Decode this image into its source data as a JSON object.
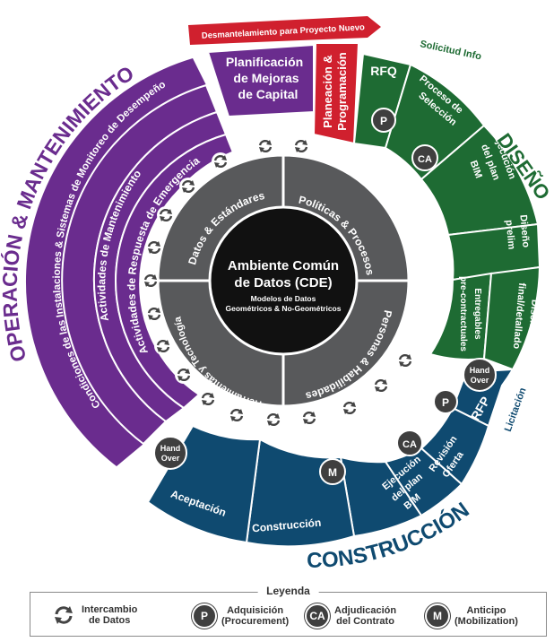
{
  "center": {
    "title_line1": "Ambiente Común",
    "title_line2": "de Datos (CDE)",
    "subtitle_line1": "Modelos de Datos",
    "subtitle_line2": "Geométricos & No-Geométricos"
  },
  "inner_ring": {
    "quadrants": [
      "Políticas & Procesos",
      "Personas & Habilidades",
      "Herramientas y Tecnología",
      "Datos & Estándares"
    ]
  },
  "phases": {
    "operation": "OPERACIÓN & MANTENIMIENTO",
    "design": "DISEÑO",
    "construction": "CONSTRUCCIÓN"
  },
  "top_banner": "Desmantelamiento para Proyecto Nuevo",
  "operation_arcs": {
    "outer": "Condiciones de las Instalaciones & Sistemas de Monitoreo de Desempeño",
    "mid": "Actividades de Mantenimiento",
    "inner": "Actividades de Respuesta de Emergencia"
  },
  "planificacion": {
    "line1": "Planificación",
    "line2": "de Mejoras",
    "line3": "de Capital"
  },
  "planeacion": {
    "line1": "Planeación &",
    "line2": "Programación"
  },
  "design_segments": {
    "solicitud": "Solicitud Info",
    "rfq": "RFQ",
    "proceso": [
      "Proceso de",
      "Selección"
    ],
    "ejecucion": [
      "Ejecución",
      "del plan",
      "BIM"
    ],
    "diseno_prelim": [
      "Diseño",
      "prelim"
    ],
    "entregables": [
      "Entregables",
      "pre-contractuales"
    ],
    "diseno_final": [
      "Diseño",
      "final/detallado"
    ]
  },
  "construction_segments": {
    "licitacion": "Licitación",
    "rfp": "RFP",
    "revision": [
      "Revisión",
      "Oferta"
    ],
    "ejecucion": [
      "Ejecución",
      "del plan",
      "BIM"
    ],
    "construccion": "Construcción",
    "aceptacion": "Aceptación"
  },
  "badges": {
    "p": "P",
    "ca": "CA",
    "m": "M",
    "handover_line1": "Hand",
    "handover_line2": "Over"
  },
  "legend": {
    "title": "Leyenda",
    "items": [
      {
        "symbol": "exchange-icon",
        "label": "Intercambio\nde Datos"
      },
      {
        "symbol": "P",
        "label": "Adquisición\n(Procurement)"
      },
      {
        "symbol": "CA",
        "label": "Adjudicación\ndel Contrato"
      },
      {
        "symbol": "M",
        "label": "Anticipo\n(Mobilization)"
      }
    ]
  },
  "colors": {
    "purple": "#6a2c8e",
    "green": "#1e6b33",
    "navy": "#0f4a70",
    "dark_gray": "#58595b",
    "black": "#111111",
    "red": "#d0202e"
  }
}
